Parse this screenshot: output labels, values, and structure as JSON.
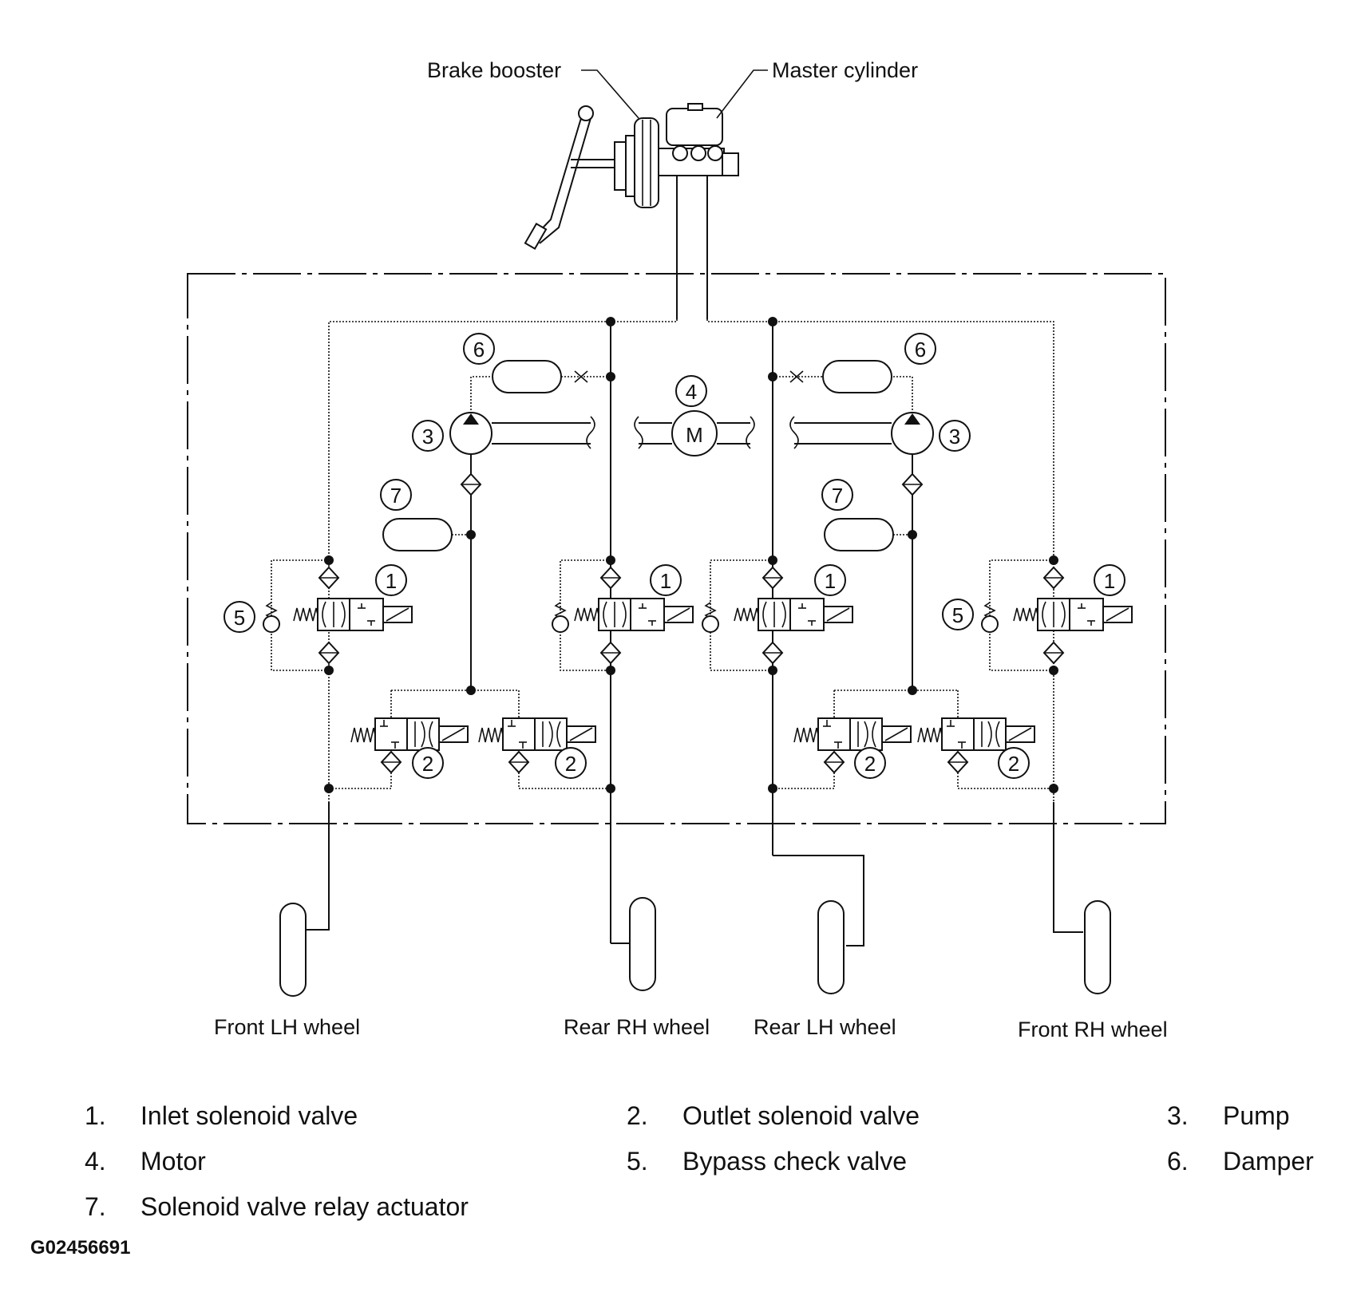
{
  "labels": {
    "brake_booster": "Brake booster",
    "master_cylinder": "Master cylinder",
    "front_lh_wheel": "Front LH wheel",
    "rear_rh_wheel": "Rear RH wheel",
    "rear_lh_wheel": "Rear LH wheel",
    "front_rh_wheel": "Front RH wheel"
  },
  "callouts": {
    "inlet": "1",
    "outlet": "2",
    "pump": "3",
    "motor": "4",
    "bypass": "5",
    "damper": "6",
    "relay": "7",
    "motor_symbol": "M"
  },
  "legend": [
    {
      "num": "1.",
      "text": "Inlet solenoid valve"
    },
    {
      "num": "2.",
      "text": "Outlet solenoid valve"
    },
    {
      "num": "3.",
      "text": "Pump"
    },
    {
      "num": "4.",
      "text": "Motor"
    },
    {
      "num": "5.",
      "text": "Bypass check valve"
    },
    {
      "num": "6.",
      "text": "Damper"
    },
    {
      "num": "7.",
      "text": "Solenoid valve relay actuator"
    }
  ],
  "figure_code": "G02456691"
}
